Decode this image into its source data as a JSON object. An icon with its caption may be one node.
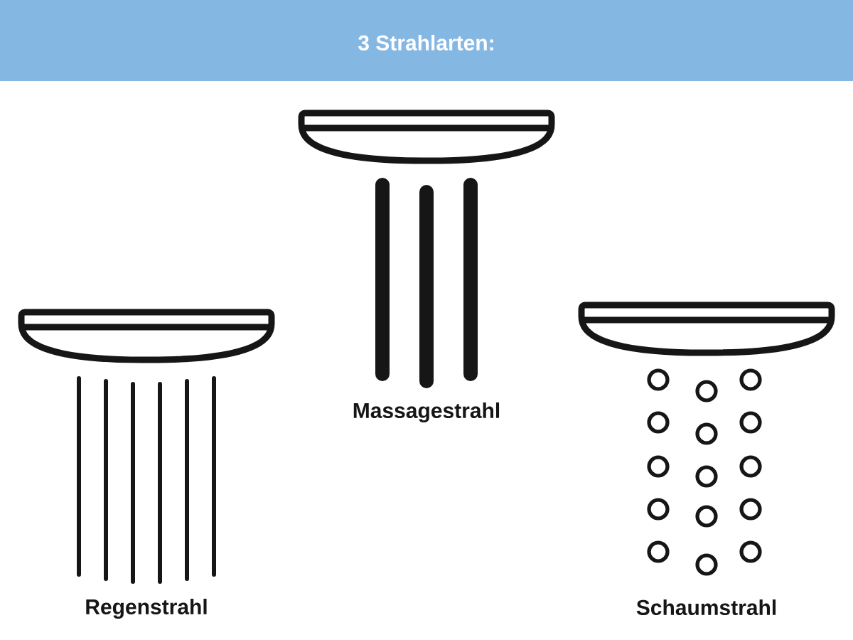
{
  "diagram": {
    "title": "3 Strahlarten:",
    "labels": [
      "Massagestrahl",
      "Regenstrahl",
      "Schaumstrahl"
    ]
  }
}
